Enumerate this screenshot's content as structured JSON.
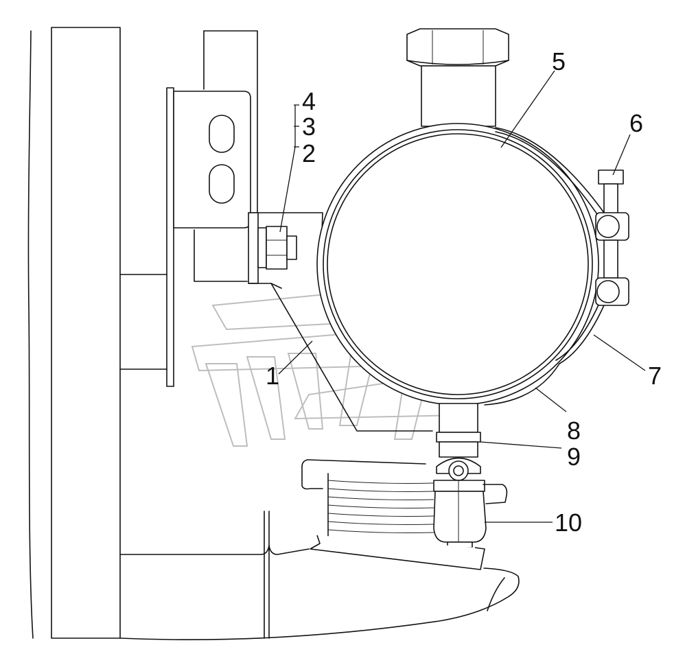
{
  "callouts": [
    {
      "id": "1",
      "label": "1"
    },
    {
      "id": "2",
      "label": "2"
    },
    {
      "id": "3",
      "label": "3"
    },
    {
      "id": "4",
      "label": "4"
    },
    {
      "id": "5",
      "label": "5"
    },
    {
      "id": "6",
      "label": "6"
    },
    {
      "id": "7",
      "label": "7"
    },
    {
      "id": "8",
      "label": "8"
    },
    {
      "id": "9",
      "label": "9"
    },
    {
      "id": "10",
      "label": "10"
    }
  ],
  "icons": {
    "watermark": "stylized-logo-watermark"
  },
  "colors": {
    "line": "#111111",
    "watermark": "#bdbdbd",
    "background": "#ffffff"
  }
}
